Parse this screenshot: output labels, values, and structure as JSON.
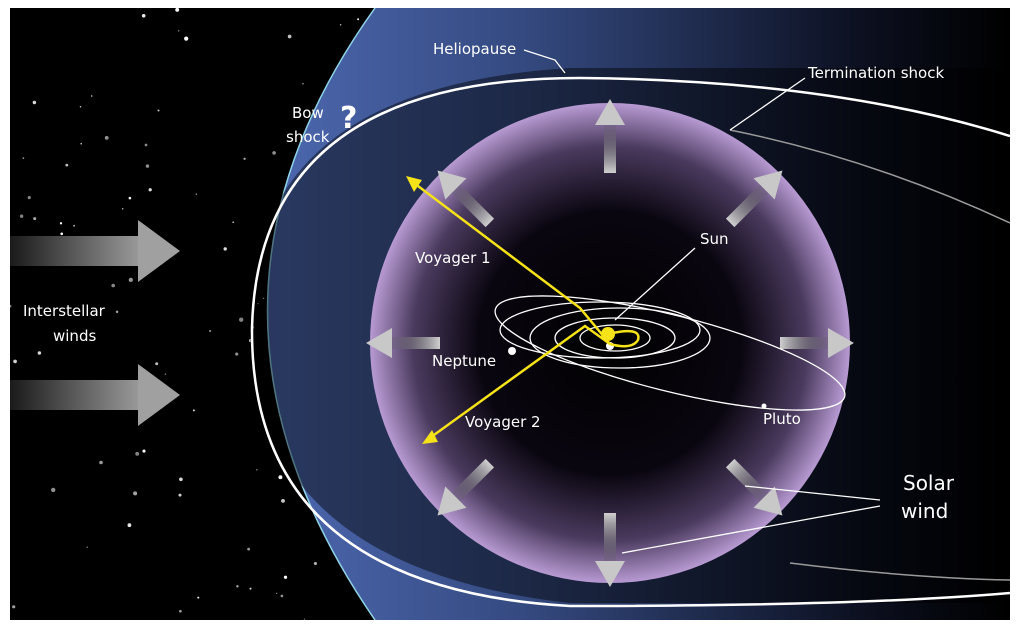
{
  "labels": {
    "heliopause": "Heliopause",
    "termination_shock": "Termination shock",
    "bow_shock_line1": "Bow",
    "bow_shock_line2": "shock",
    "question_mark": "?",
    "interstellar_line1": "Interstellar",
    "interstellar_line2": "winds",
    "voyager1": "Voyager 1",
    "voyager2": "Voyager 2",
    "sun": "Sun",
    "neptune": "Neptune",
    "pluto": "Pluto",
    "solar_wind_line1": "Solar",
    "solar_wind_line2": "wind"
  },
  "colors": {
    "space": "#000000",
    "bow_shock_fill": "#3f5a9e",
    "bow_shock_edge": "#8fd3e8",
    "heliosphere_fill": "#b79ad2",
    "voyager_path": "#f5e219",
    "orbit_line": "#ffffff",
    "arrow": "#c8c8c8"
  },
  "icons": {
    "sun": "sun-dot-icon",
    "arrows": "outward-arrow-icon"
  }
}
